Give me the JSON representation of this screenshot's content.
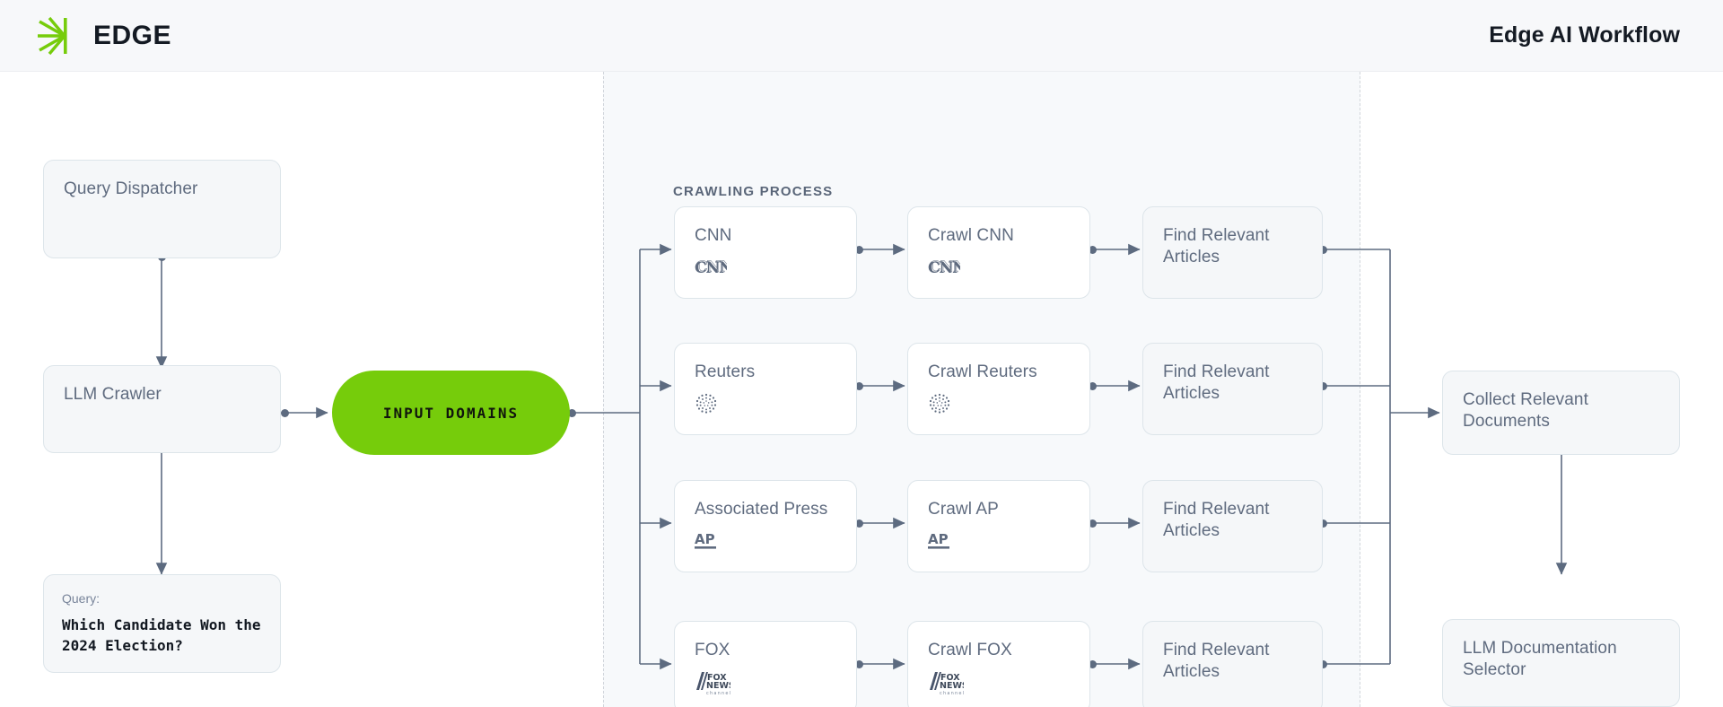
{
  "header": {
    "brand_name": "EDGE",
    "logo_icon": "edge-rays-logo",
    "title": "Edge AI Workflow"
  },
  "canvas": {
    "group_label": "CRAWLING PROCESS"
  },
  "left_column": {
    "query_dispatcher": {
      "title": "Query Dispatcher"
    },
    "llm_crawler": {
      "title": "LLM Crawler"
    },
    "query_box": {
      "label": "Query:",
      "text": "Which Candidate Won the 2024 Election?"
    }
  },
  "input_domains": {
    "label": "INPUT DOMAINS",
    "color": "#76cc0b"
  },
  "sources": [
    {
      "title": "CNN",
      "logo_icon": "cnn-logo"
    },
    {
      "title": "Reuters",
      "logo_icon": "reuters-logo"
    },
    {
      "title": "Associated Press",
      "logo_icon": "ap-logo"
    },
    {
      "title": "FOX",
      "logo_icon": "fox-news-logo"
    }
  ],
  "crawls": [
    {
      "title": "Crawl CNN",
      "logo_icon": "cnn-logo"
    },
    {
      "title": "Crawl Reuters",
      "logo_icon": "reuters-logo"
    },
    {
      "title": "Crawl AP",
      "logo_icon": "ap-logo"
    },
    {
      "title": "Crawl FOX",
      "logo_icon": "fox-news-logo"
    }
  ],
  "finders": [
    {
      "title": "Find Relevant Articles"
    },
    {
      "title": "Find Relevant Articles"
    },
    {
      "title": "Find Relevant Articles"
    },
    {
      "title": "Find Relevant Articles"
    }
  ],
  "right_column": {
    "collect": {
      "title": "Collect Relevant Documents"
    },
    "selector": {
      "title": "LLM Documentation Selector"
    }
  },
  "colors": {
    "accent_green": "#76cc0b",
    "node_border": "#dde5ea",
    "node_text": "#5f6b7f",
    "edge": "#5d6b80",
    "band": "#f7f9fb",
    "header_bg": "#f7f8fa"
  }
}
